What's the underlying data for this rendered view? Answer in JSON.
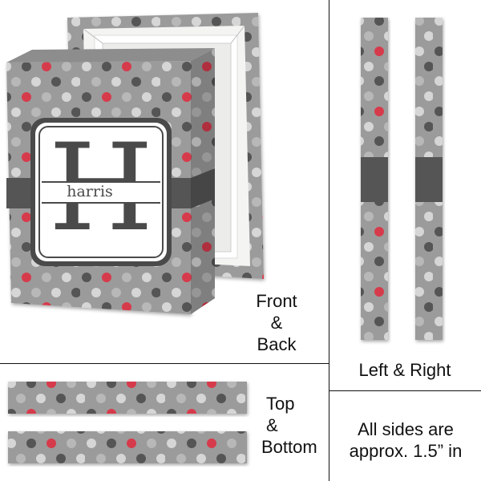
{
  "labels": {
    "front_back": [
      "Front",
      "&",
      "Back"
    ],
    "left_right": "Left & Right",
    "top_bottom": [
      "Top",
      "&",
      "Bottom"
    ],
    "size_note": [
      "All sides are",
      "approx. 1.5” in"
    ]
  },
  "monogram": {
    "initial": "H",
    "name": "harris"
  },
  "colors": {
    "pattern_background": "#9b9b9b",
    "dot_light": "#d6d6d6",
    "dot_mid": "#b8b8b8",
    "dot_dark": "#555555",
    "dot_red": "#d63a4c",
    "band": "#555555",
    "monogram_frame": "#4a4a4a",
    "divider": "#111111"
  }
}
